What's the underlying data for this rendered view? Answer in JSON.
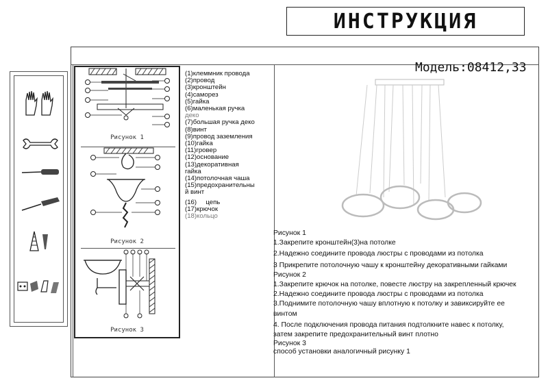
{
  "title": "ИНСТРУКЦИЯ",
  "model": "Модель:08412,33",
  "tools": {
    "icons": [
      "gloves-icon",
      "wrench-icon",
      "screwdriver-icon",
      "screwdriver-icon",
      "wall-anchor-icon",
      "wire-connectors-icon"
    ]
  },
  "figures": {
    "fig1_caption": "Рисунок 1",
    "fig2_caption": "Рисунок 2",
    "fig3_caption": "Рисунок 3"
  },
  "parts": [
    {
      "text": "(1)клеммник провода",
      "muted": false
    },
    {
      "text": "(2)провод",
      "muted": false
    },
    {
      "text": "(3)кронштейн",
      "muted": false
    },
    {
      "text": "(4)саморез",
      "muted": false
    },
    {
      "text": "(5)гайка",
      "muted": false
    },
    {
      "text": "(6)маленькая ручка",
      "muted": false
    },
    {
      "text": "деко",
      "muted": true
    },
    {
      "text": "(7)большая ручка деко",
      "muted": false
    },
    {
      "text": "(8)винт",
      "muted": false
    },
    {
      "text": "(9)провод заземления",
      "muted": false
    },
    {
      "text": "(10)гайка",
      "muted": false
    },
    {
      "text": "(11)гровер",
      "muted": false
    },
    {
      "text": "(12)основание",
      "muted": false
    },
    {
      "text": "(13)декоративная",
      "muted": false
    },
    {
      "text": "гайка",
      "muted": false
    },
    {
      "text": "(14)потолочная чаша",
      "muted": false
    },
    {
      "text": "(15)предохранительны",
      "muted": false
    },
    {
      "text": "й винт",
      "muted": false
    },
    {
      "text": "(16)     цепь",
      "muted": false
    },
    {
      "text": "(17)крючок",
      "muted": false
    },
    {
      "text": "(18)кольцо",
      "muted": true
    }
  ],
  "instructions": {
    "fig1_heading": "Рисунок 1",
    "fig1_steps": [
      "1.Закрепите кронштейн(3)на потолке",
      "2.Надежно соедините провода люстры с проводами из потолка",
      "3 Прикрепите потолочную чашу к кронштейну декоративными гайками"
    ],
    "fig2_heading": "Рисунок 2",
    "fig2_steps": [
      "1.Закрепите крючок на потолке, повесте люстру на закрепленный крючек",
      "2.Надежно соедините провода люстры с проводами из потолка",
      "3.Поднимите потолочную чашу вплотную к потолку и завиксируйте ее",
      "винтом",
      "4. После подключения провода питания подтолкните навес к потолку,",
      "затем закрепите предохранительный винт плотно"
    ],
    "fig3_heading": "Рисунок 3",
    "fig3_steps": [
      "способ установки аналогичный рисунку 1"
    ]
  }
}
